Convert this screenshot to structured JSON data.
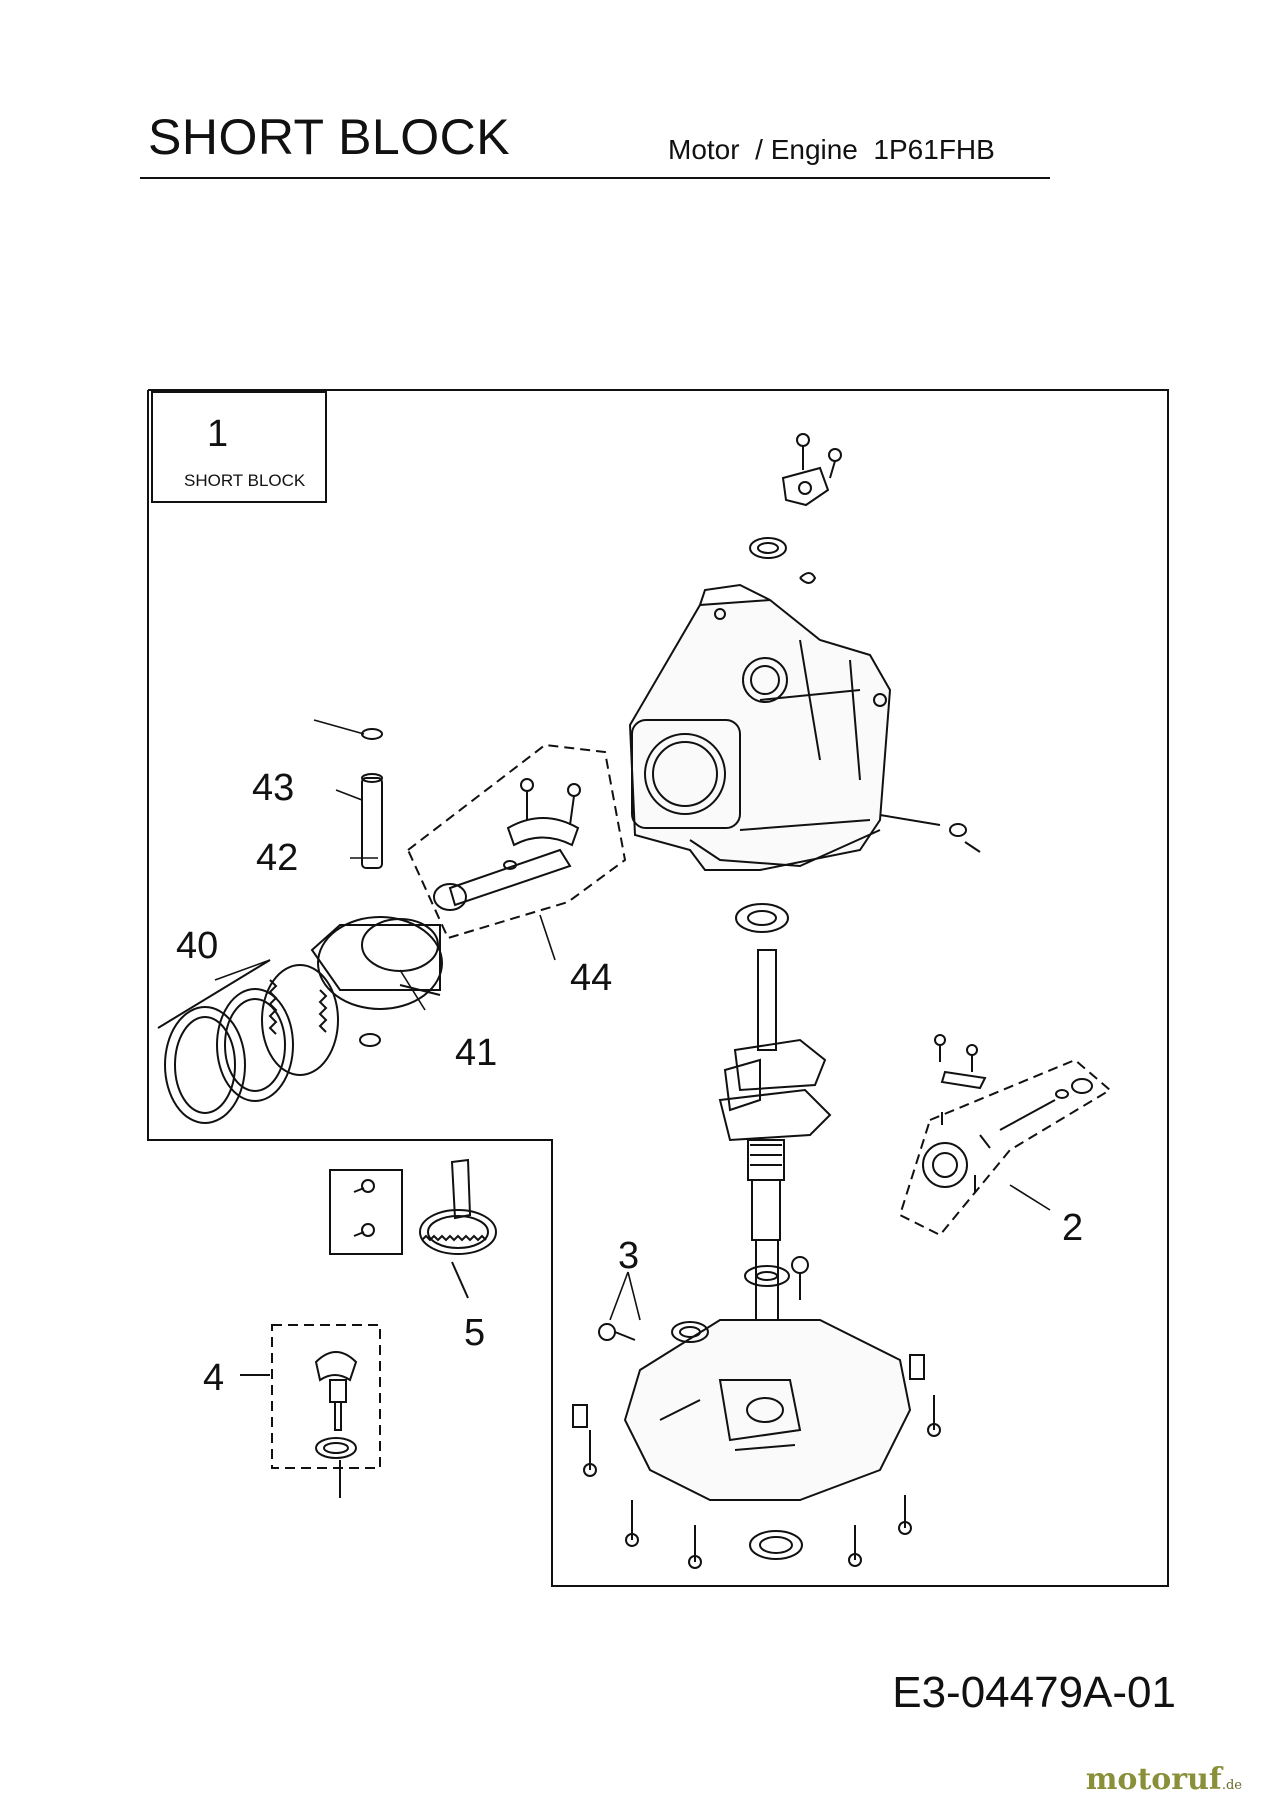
{
  "header": {
    "title": "SHORT BLOCK",
    "subtitle": "Motor  / Engine  1P61FHB"
  },
  "inset": {
    "number": "1",
    "label": "SHORT BLOCK"
  },
  "callouts": {
    "c2": "2",
    "c3": "3",
    "c4": "4",
    "c5": "5",
    "c40": "40",
    "c41": "41",
    "c42": "42",
    "c43": "43",
    "c44": "44"
  },
  "footer": {
    "drawing_code": "E3-04479A-01",
    "watermark_main": "motoruf",
    "watermark_tld": ".de"
  }
}
